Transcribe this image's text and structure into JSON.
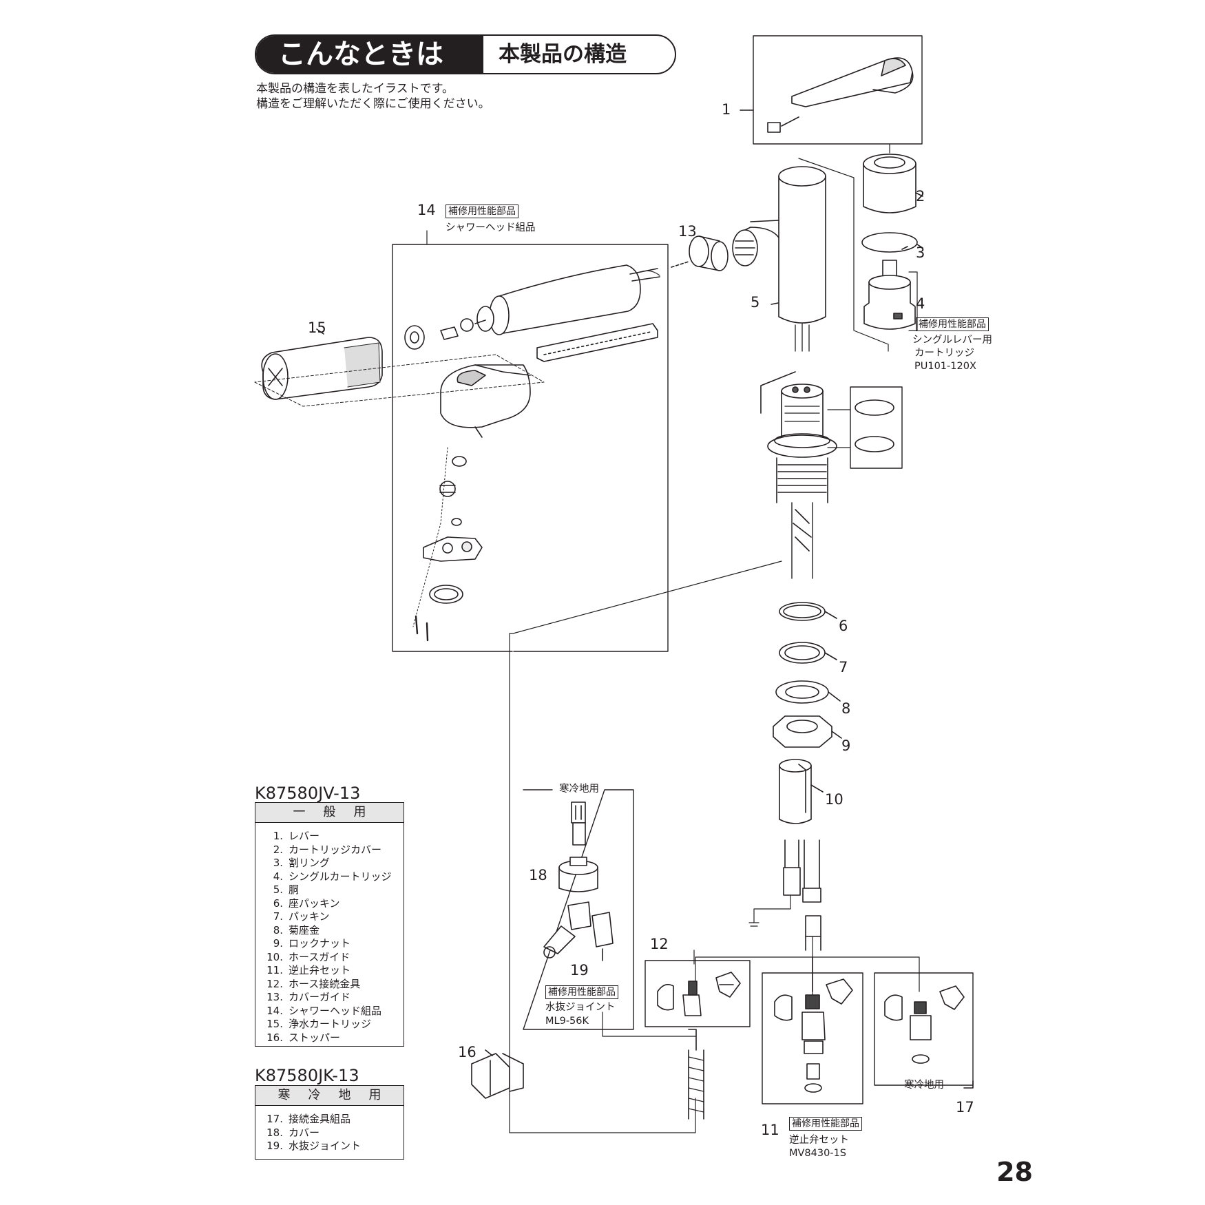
{
  "header": {
    "title": "こんなときは",
    "subtitle": "本製品の構造",
    "intro_line1": "本製品の構造を表したイラストです。",
    "intro_line2": "構造をご理解いただく際にご使用ください。"
  },
  "callouts": {
    "c1": "1",
    "c2": "2",
    "c3": "3",
    "c4": "4",
    "c5": "5",
    "c6": "6",
    "c7": "7",
    "c8": "8",
    "c9": "9",
    "c10": "10",
    "c11": "11",
    "c12": "12",
    "c13": "13",
    "c14": "14",
    "c15": "15",
    "c16": "16",
    "c17": "17",
    "c18": "18",
    "c19": "19"
  },
  "labels": {
    "repair_badge": "補修用性能部品",
    "shower_head_assembly": "シャワーヘッド組品",
    "cartridge_line1": "シングルレバー用",
    "cartridge_line2": "カートリッジ",
    "cartridge_model": "PU101-120X",
    "cold_region": "寒冷地用",
    "drain_joint": "水抜ジョイント",
    "drain_joint_model": "ML9-56K",
    "check_valve_set": "逆止弁セット",
    "check_valve_model": "MV8430-1S"
  },
  "tables": {
    "general": {
      "model": "K87580JV-13",
      "heading": "一般用",
      "items": [
        {
          "num": "1.",
          "name": "レバー"
        },
        {
          "num": "2.",
          "name": "カートリッジカバー"
        },
        {
          "num": "3.",
          "name": "割リング"
        },
        {
          "num": "4.",
          "name": "シングルカートリッジ"
        },
        {
          "num": "5.",
          "name": "胴"
        },
        {
          "num": "6.",
          "name": "座パッキン"
        },
        {
          "num": "7.",
          "name": "パッキン"
        },
        {
          "num": "8.",
          "name": "菊座金"
        },
        {
          "num": "9.",
          "name": "ロックナット"
        },
        {
          "num": "10.",
          "name": "ホースガイド"
        },
        {
          "num": "11.",
          "name": "逆止弁セット"
        },
        {
          "num": "12.",
          "name": "ホース接続金具"
        },
        {
          "num": "13.",
          "name": "カバーガイド"
        },
        {
          "num": "14.",
          "name": "シャワーヘッド組品"
        },
        {
          "num": "15.",
          "name": "浄水カートリッジ"
        },
        {
          "num": "16.",
          "name": "ストッパー"
        }
      ]
    },
    "cold": {
      "model": "K87580JK-13",
      "heading": "寒冷地用",
      "items": [
        {
          "num": "17.",
          "name": "接続金具組品"
        },
        {
          "num": "18.",
          "name": "カバー"
        },
        {
          "num": "19.",
          "name": "水抜ジョイント"
        }
      ]
    }
  },
  "page_number": "28"
}
